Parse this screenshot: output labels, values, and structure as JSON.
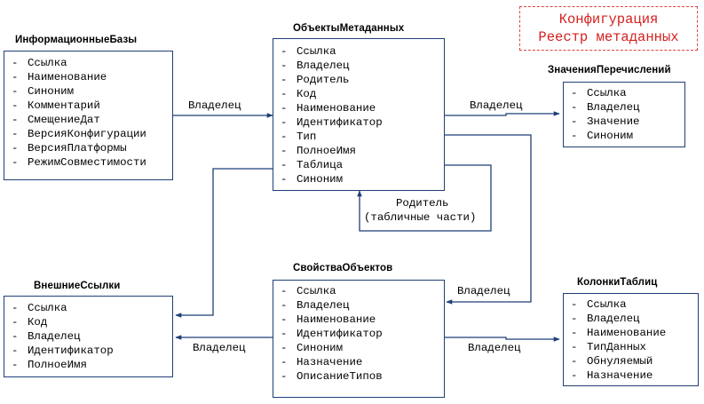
{
  "header_box": {
    "line1": "Конфигурация",
    "line2": "Реестр метаданных",
    "color": "#d42020"
  },
  "colors": {
    "line": "#1f3f77",
    "text": "#000000"
  },
  "entities": {
    "informatsionnye_bazy": {
      "title": "ИнформационныеБазы",
      "fields": [
        "Ссылка",
        "Наименование",
        "Синоним",
        "Комментарий",
        "СмещениеДат",
        "ВерсияКонфигурации",
        "ВерсияПлатформы",
        "РежимСовместимости"
      ]
    },
    "obekty_metadannykh": {
      "title": "ОбъектыМетаданных",
      "fields": [
        "Ссылка",
        "Владелец",
        "Родитель",
        "Код",
        "Наименование",
        "Идентификатор",
        "Тип",
        "ПолноеИмя",
        "Таблица",
        "Синоним"
      ]
    },
    "znacheniya_perechisleniy": {
      "title": "ЗначенияПеречислений",
      "fields": [
        "Ссылка",
        "Владелец",
        "Значение",
        "Синоним"
      ]
    },
    "vneshnie_ssylki": {
      "title": "ВнешниеСсылки",
      "fields": [
        "Ссылка",
        "Код",
        "Владелец",
        "Идентификатор",
        "ПолноеИмя"
      ]
    },
    "svoystva_obektov": {
      "title": "СвойстваОбъектов",
      "fields": [
        "Ссылка",
        "Владелец",
        "Наименование",
        "Идентификатор",
        "Синоним",
        "Назначение",
        "ОписаниеТипов"
      ]
    },
    "kolonki_tablits": {
      "title": "КолонкиТаблиц",
      "fields": [
        "Ссылка",
        "Владелец",
        "Наименование",
        "ТипДанных",
        "Обнуляемый",
        "Назначение"
      ]
    }
  },
  "edge_labels": {
    "bazy_to_obekty": "Владелец",
    "obekty_to_znacheniya": "Владелец",
    "parent_self_line1": "Родитель",
    "parent_self_line2": "(табличные части)",
    "obekty_to_svoystva": "Владелец",
    "svoystva_to_vneshnie": "Владелец",
    "svoystva_to_kolonki": "Владелец"
  },
  "dash": "-"
}
